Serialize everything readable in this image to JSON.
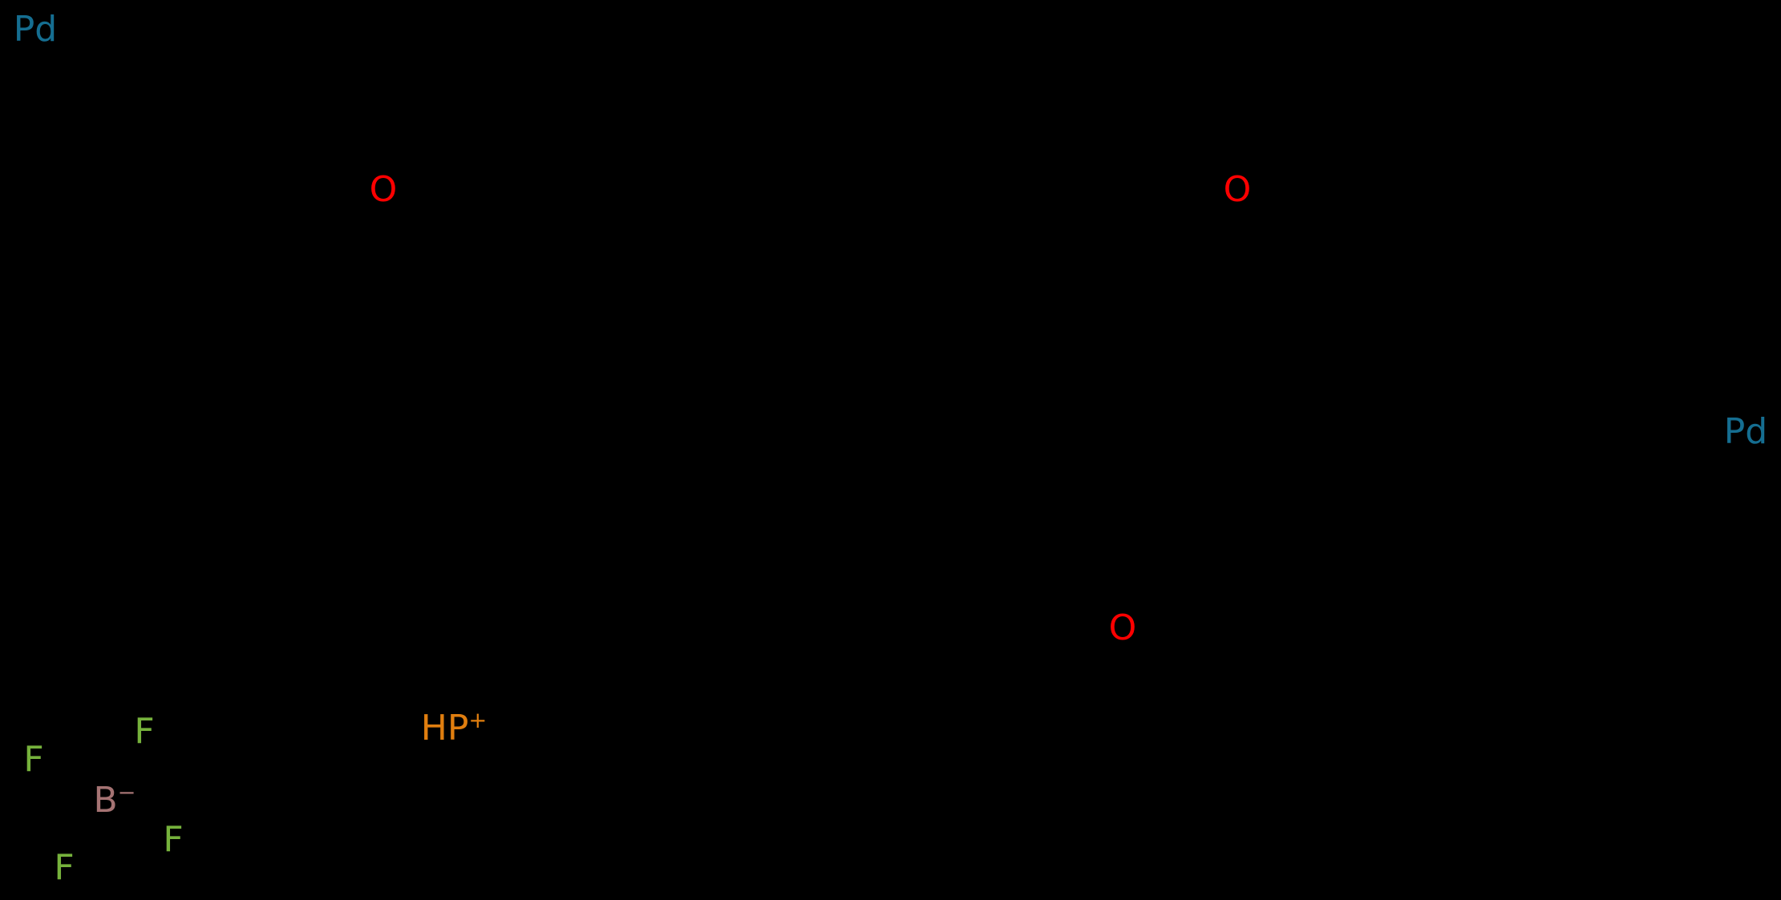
{
  "background_color": "#000000",
  "element_colors": {
    "palladium": "#156E91",
    "oxygen": "#FF0000",
    "phosphorus": "#E07E0F",
    "boron": "#A57373",
    "fluorine": "#76B23C"
  },
  "atoms": [
    {
      "id": "pd-left",
      "text": "Pd",
      "sup": "",
      "color": "#156E91"
    },
    {
      "id": "o-top-left",
      "text": "O",
      "sup": "",
      "color": "#FF0000"
    },
    {
      "id": "o-top-right",
      "text": "O",
      "sup": "",
      "color": "#FF0000"
    },
    {
      "id": "o-middle",
      "text": "O",
      "sup": "",
      "color": "#FF0000"
    },
    {
      "id": "pd-right",
      "text": "Pd",
      "sup": "",
      "color": "#156E91"
    },
    {
      "id": "phosphonium",
      "text": "HP",
      "sup": "+",
      "color": "#E07E0F"
    },
    {
      "id": "borate",
      "text": "B",
      "sup": "−",
      "color": "#A57373"
    },
    {
      "id": "f-top",
      "text": "F",
      "sup": "",
      "color": "#76B23C"
    },
    {
      "id": "f-left",
      "text": "F",
      "sup": "",
      "color": "#76B23C"
    },
    {
      "id": "f-right",
      "text": "F",
      "sup": "",
      "color": "#76B23C"
    },
    {
      "id": "f-bottom",
      "text": "F",
      "sup": "",
      "color": "#76B23C"
    }
  ]
}
